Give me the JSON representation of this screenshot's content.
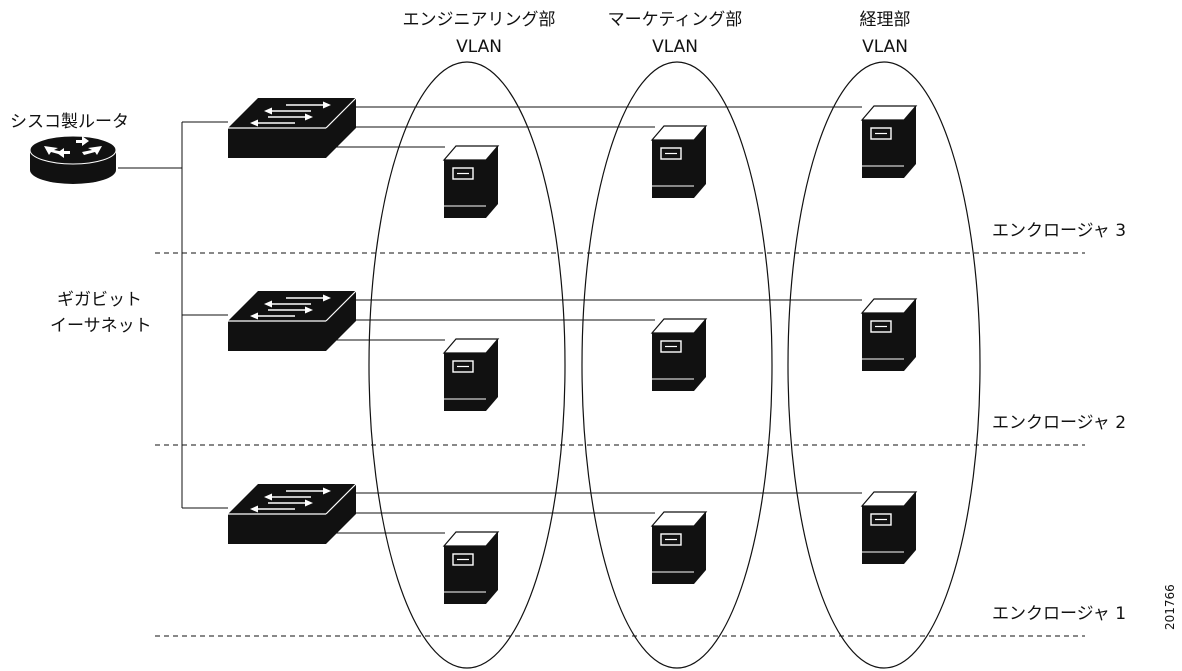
{
  "router_label": "シスコ製ルータ",
  "gigabit_label": [
    "ギガビット",
    "イーサネット"
  ],
  "vlans": [
    {
      "name": "エンジニアリング部",
      "sub": "VLAN"
    },
    {
      "name": "マーケティング部",
      "sub": "VLAN"
    },
    {
      "name": "経理部",
      "sub": "VLAN"
    }
  ],
  "enclosures": [
    {
      "label": "エンクロージャ 3"
    },
    {
      "label": "エンクロージャ 2"
    },
    {
      "label": "エンクロージャ 1"
    }
  ],
  "figure_id": "201766",
  "colors": {
    "line": "#111111",
    "device": "#111111",
    "background": "#ffffff"
  }
}
